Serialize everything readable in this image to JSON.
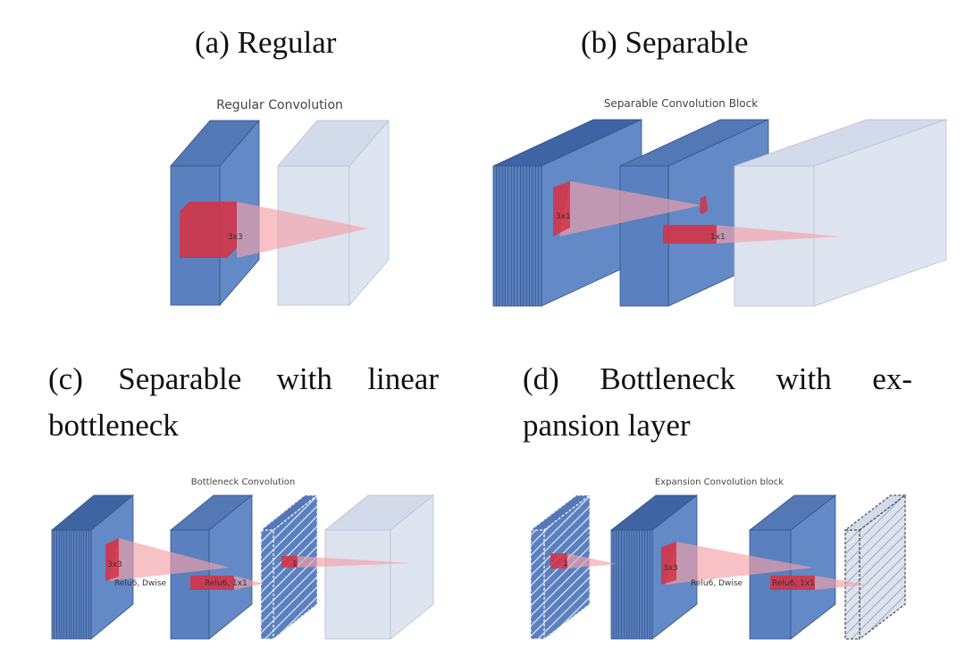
{
  "colors": {
    "volume": "#5a80bf",
    "volume_light": "#dce2ee",
    "kernel": "#d93040",
    "projection": "#f5a0a8"
  },
  "panels": [
    {
      "caption": "(a) Regular",
      "title": "Regular Convolution",
      "labels": [
        "3x3"
      ]
    },
    {
      "caption": "(b) Separable",
      "title": "Separable Convolution Block",
      "labels": [
        "3x1",
        "1x1"
      ]
    },
    {
      "caption_line1": "(c) Separable with linear",
      "caption_line2": "bottleneck",
      "title": "Bottleneck Convolution",
      "labels": [
        "3x3",
        "Relu6, Dwise",
        "Relu6, 1x1",
        "1"
      ]
    },
    {
      "caption_line1": "(d) Bottleneck with ex-",
      "caption_line2": "pansion layer",
      "title": "Expansion Convolution block",
      "labels": [
        "1",
        "3x3",
        "Relu6, Dwise",
        "Relu6, 1x1"
      ]
    }
  ]
}
